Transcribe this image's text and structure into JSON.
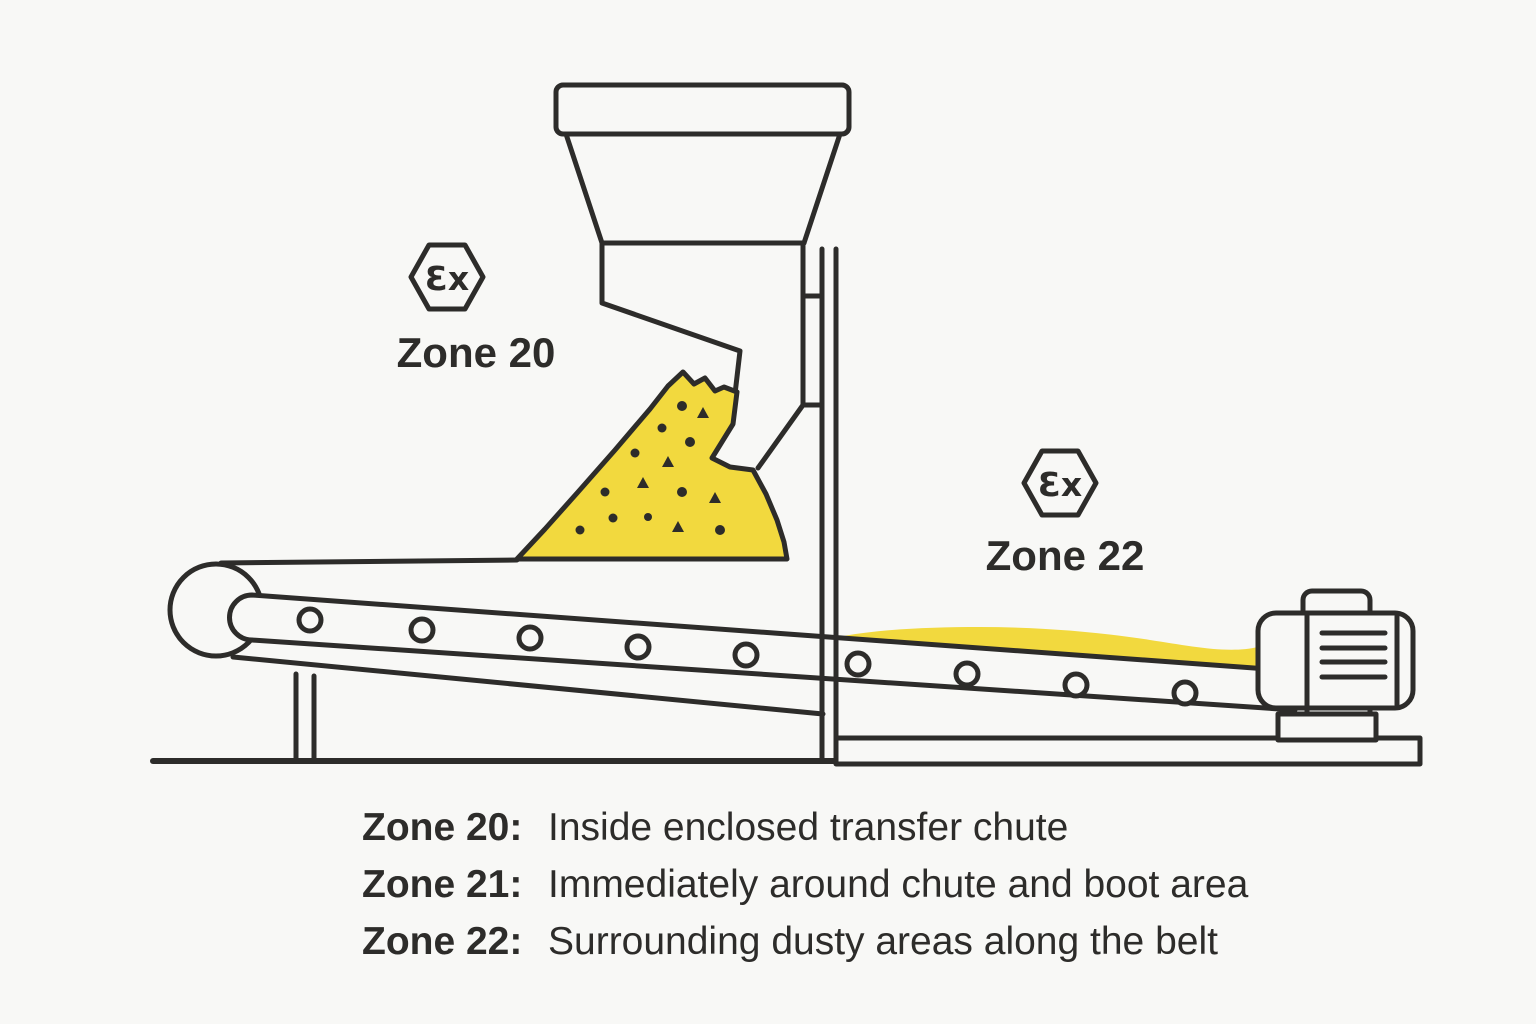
{
  "colors": {
    "background": "#f8f8f6",
    "line": "#2d2c2a",
    "dust": "#f2d93e"
  },
  "markers": {
    "zone20": {
      "symbol": "Ɛx",
      "label": "Zone 20"
    },
    "zone22": {
      "symbol": "Ɛx",
      "label": "Zone 22"
    }
  },
  "legend": {
    "items": [
      {
        "term": "Zone 20:",
        "description": "Inside enclosed transfer chute"
      },
      {
        "term": "Zone 21:",
        "description": "Immediately around chute and boot area"
      },
      {
        "term": "Zone 22:",
        "description": "Surrounding dusty areas along the belt"
      }
    ]
  }
}
